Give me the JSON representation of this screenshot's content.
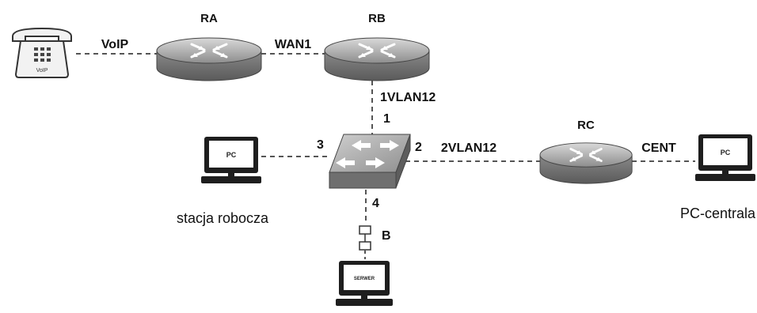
{
  "devices": {
    "phone": {
      "label": "VoIP"
    },
    "router_a": {
      "label": "RA"
    },
    "router_b": {
      "label": "RB"
    },
    "router_c": {
      "label": "RC"
    },
    "pc_left": {
      "screen": "PC",
      "caption": "stacja robocza"
    },
    "pc_right": {
      "screen": "PC",
      "caption": "PC-centrala"
    },
    "server": {
      "screen": "SERWER"
    }
  },
  "links": {
    "phone_ra": "VoIP",
    "ra_rb": "WAN1",
    "rb_switch": "1VLAN12",
    "switch_rc": "2VLAN12",
    "rc_pc": "CENT",
    "switch_server": "B"
  },
  "ports": {
    "p1": "1",
    "p2": "2",
    "p3": "3",
    "p4": "4"
  }
}
